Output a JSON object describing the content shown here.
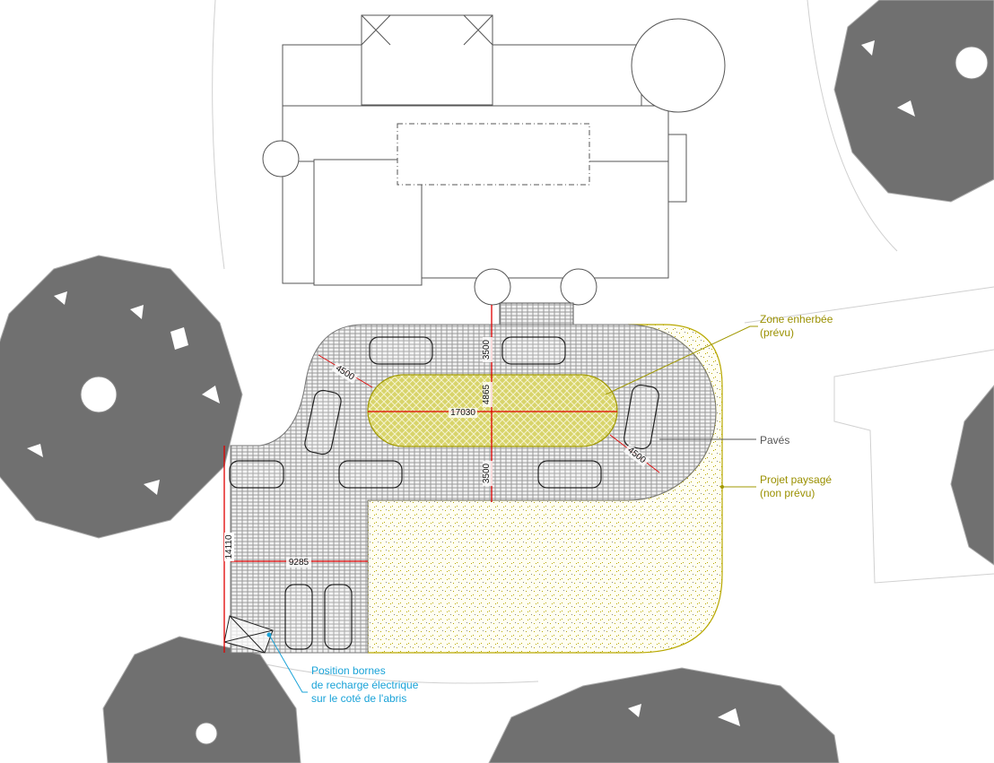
{
  "colors": {
    "tree": "#6e6e6e",
    "paving": "#8a8a8a",
    "landscape": "#b8a800",
    "grass": "#d8d46a",
    "dimension": "#e00000",
    "note": "#1aa3d8",
    "label_olive": "#9a9000",
    "label_gray": "#555555"
  },
  "labels": {
    "zone_enherbee": [
      "Zone enherbée",
      "(prévu)"
    ],
    "paves": "Pavés",
    "projet_paysage": [
      "Projet paysagé",
      "(non prévu)"
    ],
    "bornes": [
      "Position bornes",
      "de recharge électrique",
      "sur le coté de l'abris"
    ]
  },
  "dimensions": {
    "turn_radius_left": "4500",
    "turn_radius_right": "4500",
    "lane_top": "3500",
    "lane_bottom": "3500",
    "island_width": "4865",
    "island_length": "17030",
    "parking_depth": "14110",
    "parking_width": "9285"
  }
}
